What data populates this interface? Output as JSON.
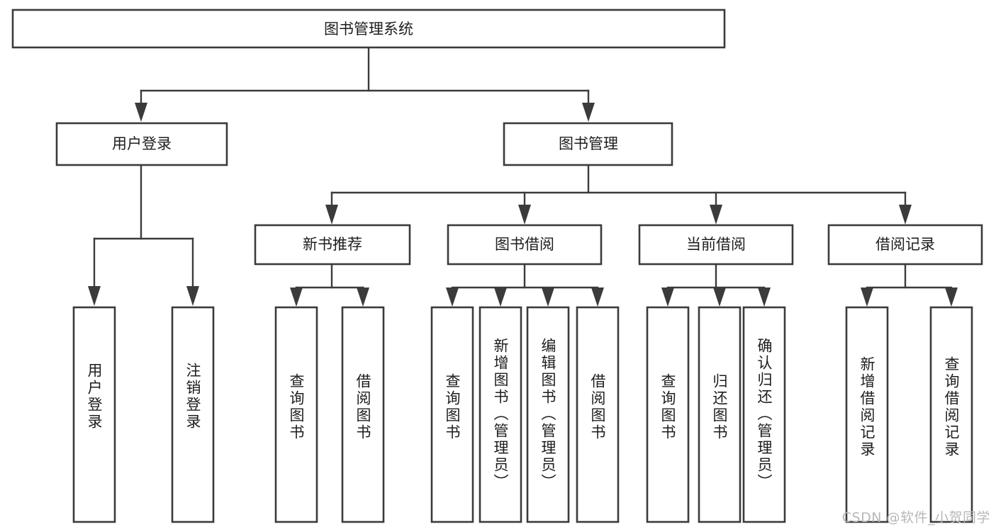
{
  "diagram": {
    "title": "图书管理系统",
    "type": "hierarchy-tree",
    "background_color": "#ffffff",
    "box_stroke_color": "#3b3b3b",
    "text_color": "#1d1d1d",
    "watermark": "CSDN @软件_小贺同学",
    "levels": {
      "root": "图书管理系统",
      "level2": [
        "用户登录",
        "图书管理"
      ],
      "level3": [
        "新书推荐",
        "图书借阅",
        "当前借阅",
        "借阅记录"
      ]
    },
    "nodes": {
      "root": {
        "label": "图书管理系统"
      },
      "user_login": {
        "label": "用户登录"
      },
      "book_manage": {
        "label": "图书管理"
      },
      "new_book_rec": {
        "label": "新书推荐"
      },
      "book_borrow": {
        "label": "图书借阅"
      },
      "current_borrow": {
        "label": "当前借阅"
      },
      "borrow_record": {
        "label": "借阅记录"
      }
    },
    "leaves": {
      "user_login": [
        {
          "label": "用户登录"
        },
        {
          "label": "注销登录"
        }
      ],
      "new_book_rec": [
        {
          "label": "查询图书"
        },
        {
          "label": "借阅图书"
        }
      ],
      "book_borrow": [
        {
          "label": "查询图书"
        },
        {
          "label": "新增图书（管理员）"
        },
        {
          "label": "编辑图书（管理员）"
        },
        {
          "label": "借阅图书"
        }
      ],
      "current_borrow": [
        {
          "label": "查询图书"
        },
        {
          "label": "归还图书"
        },
        {
          "label": "确认归还（管理员）"
        }
      ],
      "borrow_record": [
        {
          "label": "新增借阅记录"
        },
        {
          "label": "查询借阅记录"
        }
      ]
    }
  }
}
